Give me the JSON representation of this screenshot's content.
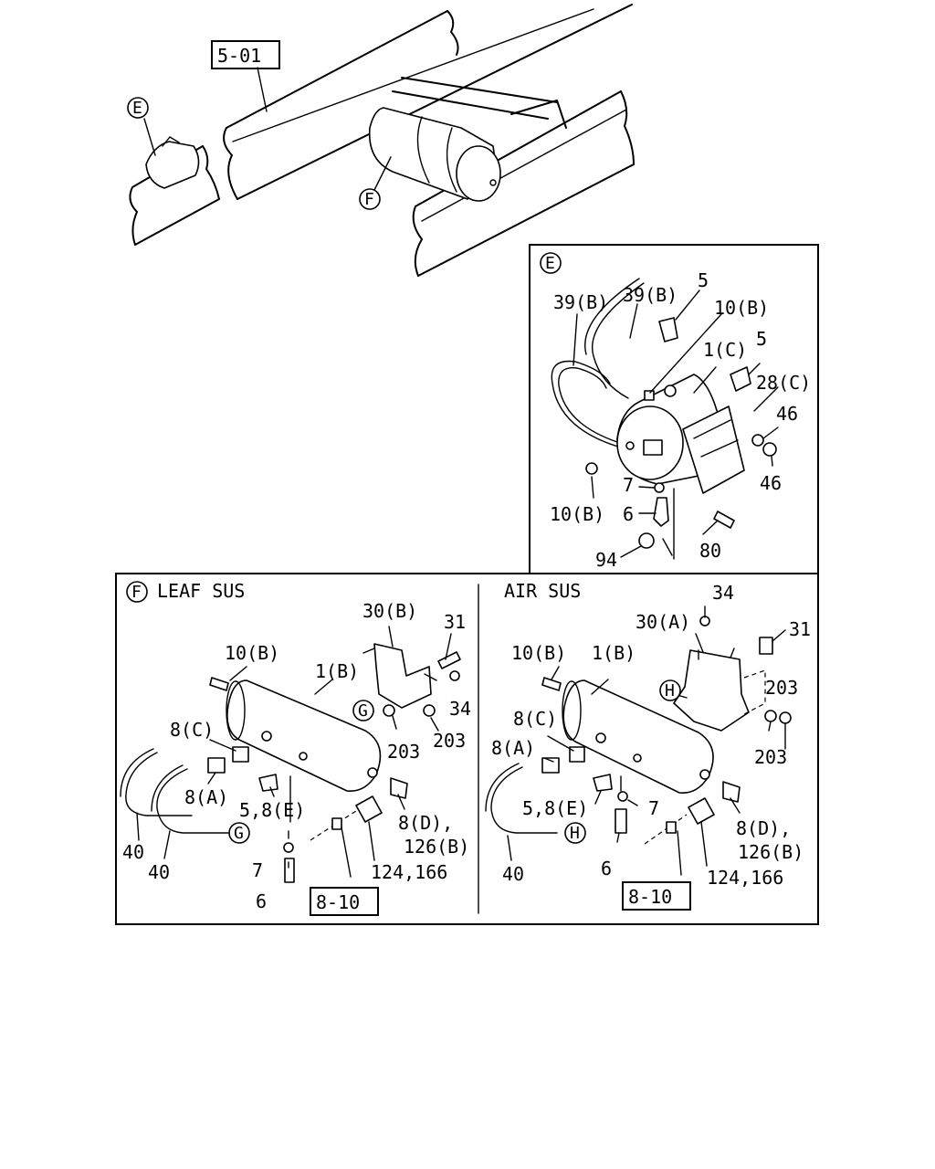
{
  "overview": {
    "ref_box": "5-01",
    "callout_e": "E",
    "callout_f": "F"
  },
  "panel_e": {
    "id": "E",
    "labels": {
      "hose_left": "39(B)",
      "hose_right": "39(B)",
      "elbow_top": "5",
      "plug_top": "10(B)",
      "tank": "1(C)",
      "elbow_right": "5",
      "bracket": "28(C)",
      "nut_upper": "46",
      "nut_lower": "46",
      "washer": "7",
      "plug_left": "10(B)",
      "valve": "6",
      "bolt": "80",
      "nut_bottom": "94"
    }
  },
  "panel_f_leaf": {
    "id": "F",
    "title": "LEAF SUS",
    "labels": {
      "bracket": "30(B)",
      "bolt": "31",
      "plug": "10(B)",
      "tank": "1(B)",
      "callout_g": "G",
      "washer_34": "34",
      "nut_a": "203",
      "nut_b": "203",
      "fitting_c": "8(C)",
      "fitting_a": "8(A)",
      "elbow": "5,8(E)",
      "hose_40a": "40",
      "hose_40b": "40",
      "callout_g2": "G",
      "washer": "7",
      "valve": "6",
      "fitting_d": "8(D),",
      "plug_d": "126(B)",
      "switch": "124,166",
      "ref_box": "8-10"
    }
  },
  "panel_f_air": {
    "title": "AIR SUS",
    "labels": {
      "washer_34": "34",
      "bracket": "30(A)",
      "bolt": "31",
      "plug": "10(B)",
      "tank": "1(B)",
      "callout_h": "H",
      "nut_a": "203",
      "nut_b": "203",
      "fitting_c": "8(C)",
      "fitting_a": "8(A)",
      "elbow": "5,8(E)",
      "washer": "7",
      "hose": "40",
      "callout_h2": "H",
      "valve": "6",
      "fitting_d": "8(D),",
      "plug_d": "126(B)",
      "switch": "124,166",
      "ref_box": "8-10"
    }
  }
}
